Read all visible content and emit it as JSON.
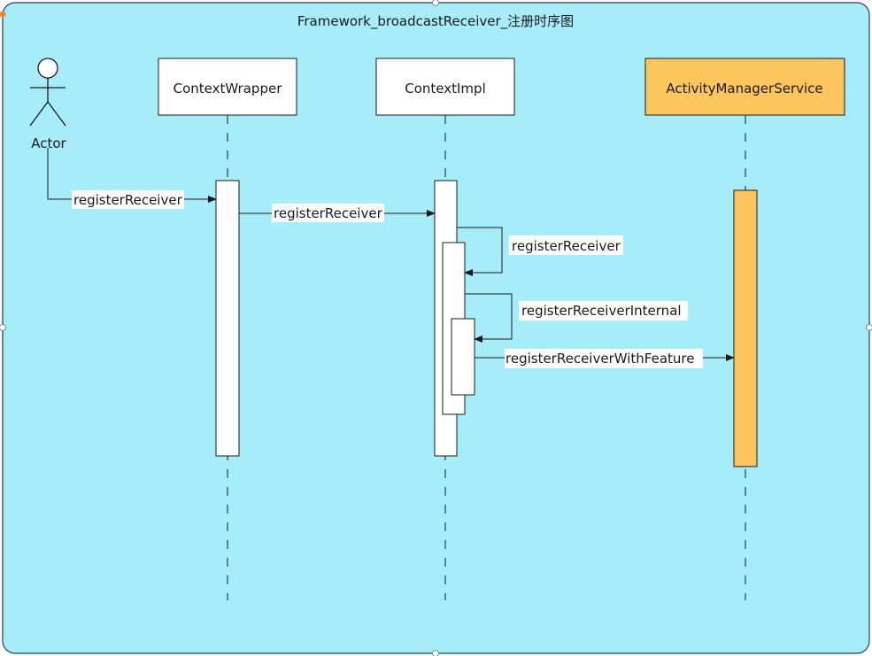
{
  "diagram": {
    "title": "Framework_broadcastReceiver_注册时序图",
    "colors": {
      "frame_fill": "#a6ecf9",
      "frame_stroke": "#2c3e50",
      "box_fill": "#ffffff",
      "highlight_fill": "#fdc55e",
      "line": "#1a1a1a",
      "label_bg": "#ffffff",
      "anchor_dot": "#f08a24"
    },
    "actor": {
      "label": "Actor"
    },
    "participants": [
      {
        "label": "ContextWrapper"
      },
      {
        "label": "ContextImpl"
      },
      {
        "label": "ActivityManagerService"
      }
    ],
    "messages": [
      {
        "label": "registerReceiver"
      },
      {
        "label": "registerReceiver"
      },
      {
        "label": "registerReceiver"
      },
      {
        "label": "registerReceiverInternal"
      },
      {
        "label": "registerReceiverWithFeature"
      }
    ]
  }
}
